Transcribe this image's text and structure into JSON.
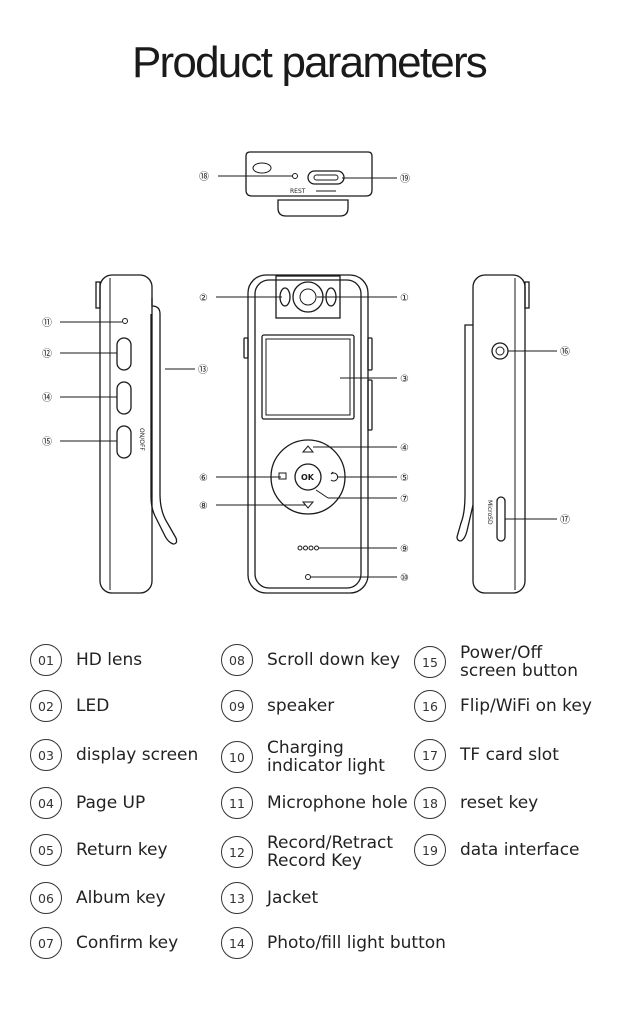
{
  "title": "Product parameters",
  "device_labels": {
    "reset_text": "REST",
    "microsd_text": "MicroSD",
    "onoff_text": "ON/OFF",
    "ok_text": "OK"
  },
  "callouts": [
    "①",
    "②",
    "③",
    "④",
    "⑤",
    "⑥",
    "⑦",
    "⑧",
    "⑨",
    "⑩",
    "⑪",
    "⑫",
    "⑬",
    "⑭",
    "⑮",
    "⑯",
    "⑰",
    "⑱",
    "⑲"
  ],
  "legend": [
    {
      "num": "01",
      "label": "HD lens"
    },
    {
      "num": "02",
      "label": "LED"
    },
    {
      "num": "03",
      "label": "display screen"
    },
    {
      "num": "04",
      "label": "Page UP"
    },
    {
      "num": "05",
      "label": "Return key"
    },
    {
      "num": "06",
      "label": "Album key"
    },
    {
      "num": "07",
      "label": "Confirm key"
    },
    {
      "num": "08",
      "label": "Scroll down key"
    },
    {
      "num": "09",
      "label": "speaker"
    },
    {
      "num": "10",
      "label": "Charging\nindicator light"
    },
    {
      "num": "11",
      "label": "Microphone hole"
    },
    {
      "num": "12",
      "label": "Record/Retract\nRecord Key"
    },
    {
      "num": "13",
      "label": "Jacket"
    },
    {
      "num": "14",
      "label": "Photo/fill light button"
    },
    {
      "num": "15",
      "label": "Power/Off\nscreen button"
    },
    {
      "num": "16",
      "label": "Flip/WiFi on key"
    },
    {
      "num": "17",
      "label": "TF card slot"
    },
    {
      "num": "18",
      "label": "reset key"
    },
    {
      "num": "19",
      "label": "data interface"
    }
  ]
}
